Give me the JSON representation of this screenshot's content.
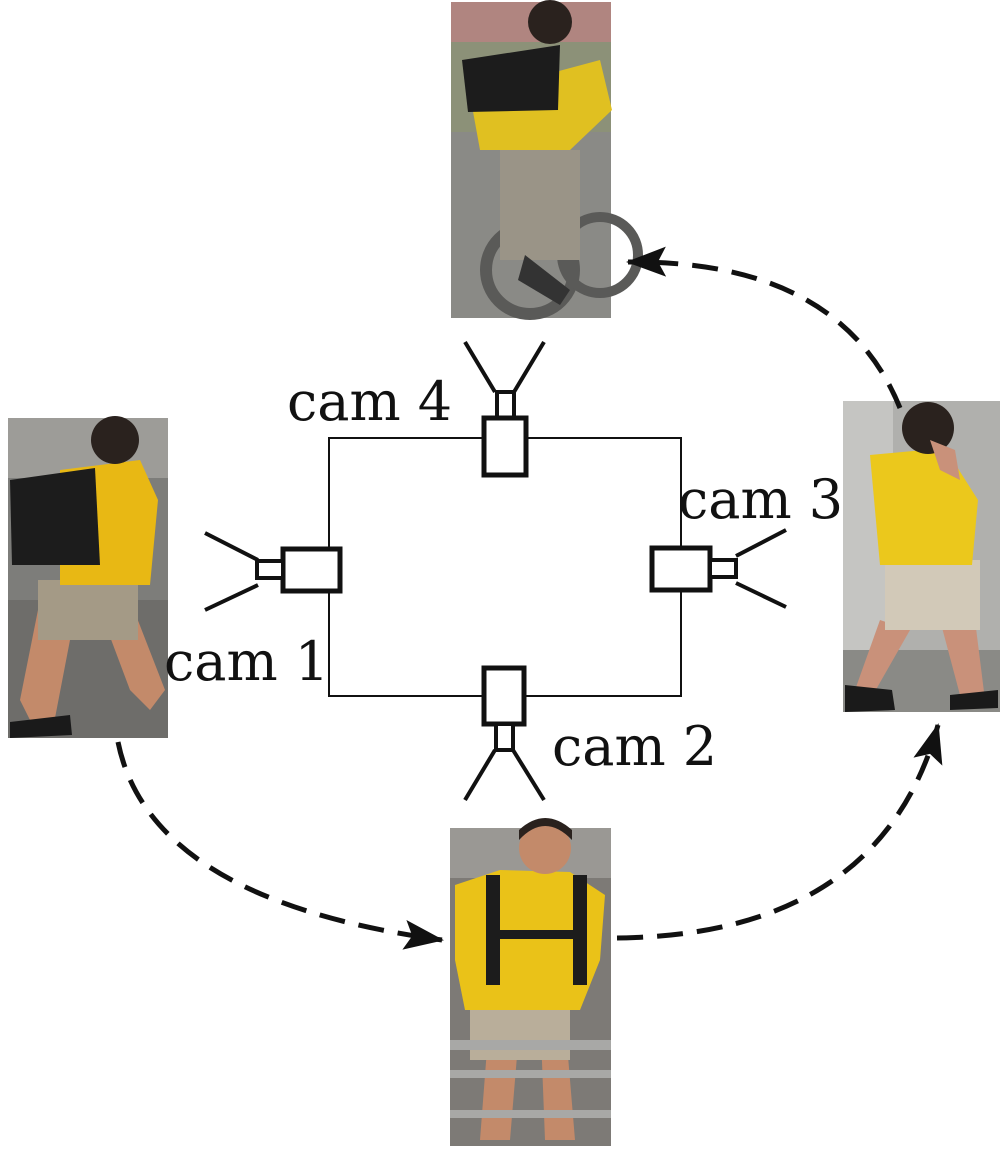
{
  "labels": {
    "cam1": "cam 1",
    "cam2": "cam 2",
    "cam3": "cam 3",
    "cam4": "cam 4"
  },
  "photos": {
    "cam1": {
      "shirt": "#e8b814",
      "bag": "#1c1c1c",
      "shorts": "#a49a86",
      "ground": "#7d7d7a",
      "skin": "#c38a6a"
    },
    "cam2": {
      "shirt": "#eac218",
      "bag": "#1c1c1c",
      "shorts": "#b9ae9a",
      "ground": "#7d7a76",
      "skin": "#c38a6a"
    },
    "cam3": {
      "shirt": "#ebc81c",
      "shorts": "#d2c9b8",
      "ground": "#b0b0ad",
      "skin": "#c9917a"
    },
    "cam4": {
      "shirt": "#e0c021",
      "bag": "#1c1c1c",
      "shorts": "#9a9487",
      "ground": "#8a8a86",
      "skin": "#b08070"
    }
  },
  "colors": {
    "line": "#111111",
    "background": "#ffffff"
  }
}
